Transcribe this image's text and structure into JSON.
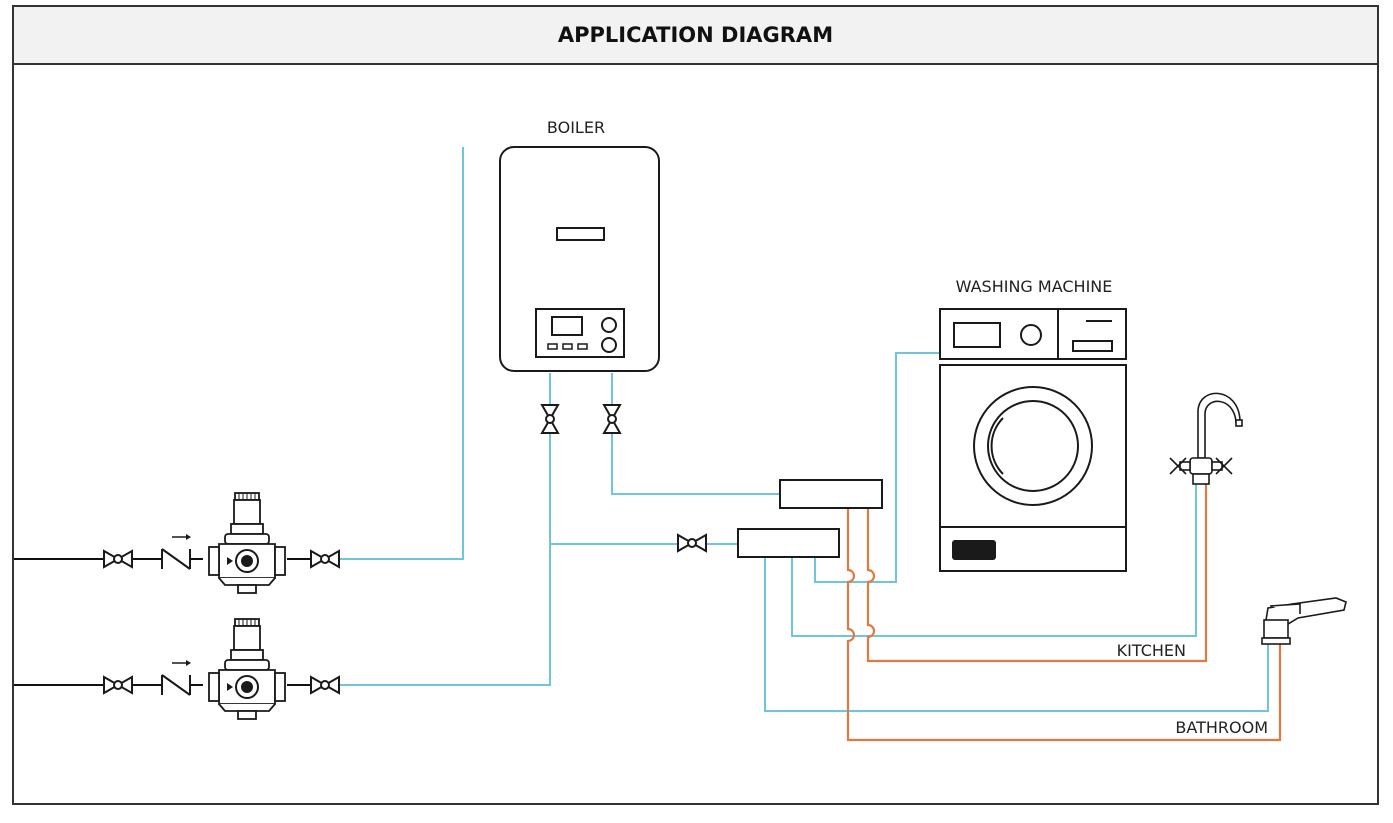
{
  "header": {
    "title": "APPLICATION DIAGRAM"
  },
  "labels": {
    "boiler": "BOILER",
    "washing_machine": "WASHING MACHINE",
    "kitchen": "KITCHEN",
    "bathroom": "BATHROOM"
  },
  "colors": {
    "cold_water": "#6ec6dc",
    "hot_water": "#e07a43",
    "supply_line": "#111111",
    "outline": "#1a1a1a"
  },
  "icons": [
    "ball-valve-icon",
    "check-valve-icon",
    "pressure-reducing-valve-icon",
    "boiler-icon",
    "washing-machine-icon",
    "manifold-icon",
    "kitchen-faucet-icon",
    "bathroom-faucet-icon"
  ]
}
